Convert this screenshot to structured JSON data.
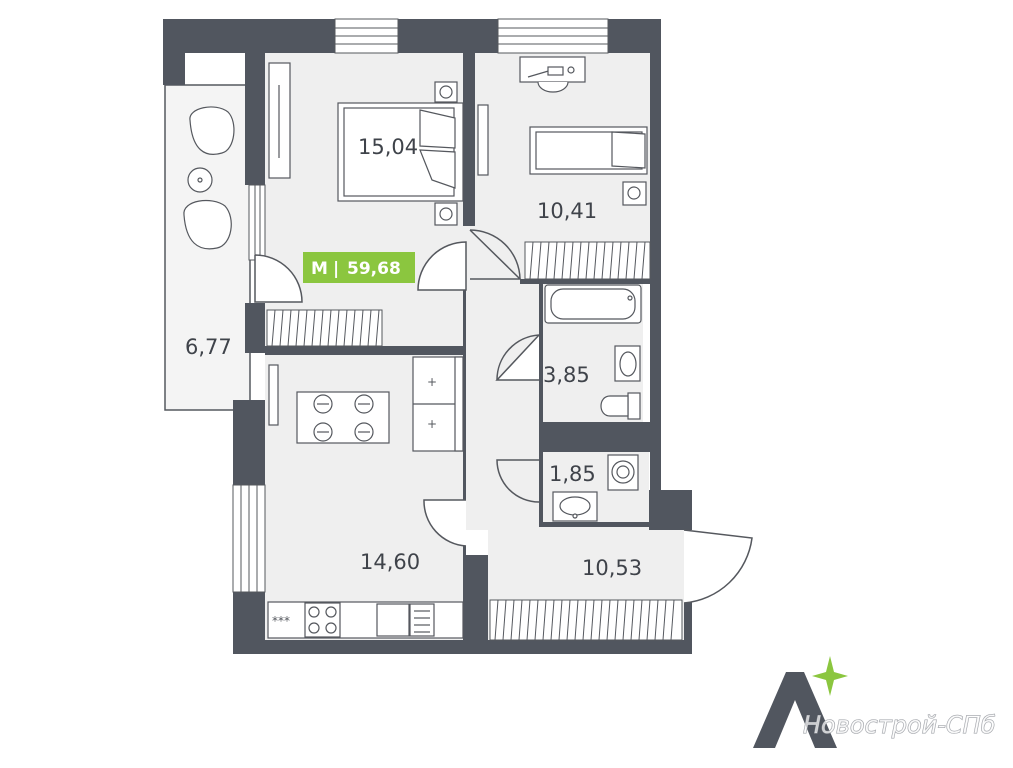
{
  "floor_plan": {
    "total": {
      "prefix": "М",
      "separator": "|",
      "area": "59,68"
    },
    "rooms": [
      {
        "id": "bedroom",
        "area": "15,04"
      },
      {
        "id": "kids-room",
        "area": "10,41"
      },
      {
        "id": "balcony",
        "area": "6,77"
      },
      {
        "id": "bathroom",
        "area": "3,85"
      },
      {
        "id": "wc",
        "area": "1,85"
      },
      {
        "id": "kitchen-living",
        "area": "14,60"
      },
      {
        "id": "hall",
        "area": "10,53"
      }
    ]
  },
  "watermark": {
    "text": "Новострой-СПб"
  },
  "logo": {
    "letter": "A",
    "plus": "+"
  },
  "colors": {
    "wall": "#51565f",
    "floor": "#efefef",
    "balcony_floor": "#f4f4f4",
    "badge": "#8bc63f",
    "accent": "#8bc63f",
    "text": "#3f434a",
    "line": "#55585e"
  }
}
